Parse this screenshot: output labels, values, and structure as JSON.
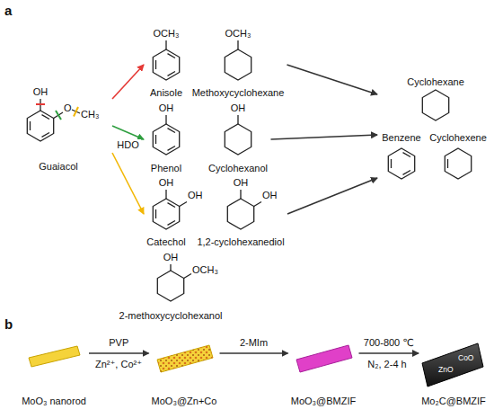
{
  "diagram": {
    "nodes": [
      {
        "text": [
          "Guaiacol"
        ]
      },
      {
        "text": [
          "Anisole"
        ]
      },
      {
        "text": [
          "Methoxycyclohexane"
        ]
      },
      {
        "text": [
          "Phenol"
        ]
      },
      {
        "text": [
          "Cyclohexanol"
        ]
      },
      {
        "text": [
          "Catechol"
        ]
      },
      {
        "text": [
          "1,2-cyclohexanediol"
        ]
      },
      {
        "text": [
          "2-methoxycyclohexanol"
        ]
      },
      {
        "text": [
          "Cyclohexane",
          "Benzene",
          "Cyclohexene"
        ]
      },
      {
        "text": [
          "MoO₃ nanorod"
        ]
      },
      {
        "text": [
          "MoO₃@Zn+Co"
        ]
      },
      {
        "text": [
          "MoO₃@BMZIF"
        ]
      },
      {
        "text": [
          "Mo₂C@BMZIF"
        ]
      }
    ],
    "edges": [
      {
        "from": 0,
        "to": 1,
        "arrow": "to"
      },
      {
        "from": 0,
        "to": 3,
        "label": "HDO",
        "arrow": "to"
      },
      {
        "from": 0,
        "to": 5,
        "arrow": "to"
      },
      {
        "from": 2,
        "to": 8,
        "arrow": "to"
      },
      {
        "from": 4,
        "to": 8,
        "arrow": "to"
      },
      {
        "from": 6,
        "to": 8,
        "arrow": "to"
      },
      {
        "from": 9,
        "to": 10,
        "label": "PVP",
        "arrow": "to"
      },
      {
        "from": 10,
        "to": 11,
        "label": "2-MIm",
        "arrow": "to"
      },
      {
        "from": 11,
        "to": 12,
        "label": "700-800 ℃",
        "arrow": "to"
      }
    ],
    "labels": [
      "a",
      "OH",
      "O",
      "CH₃",
      "OCH₃",
      "OCH₃",
      "OH",
      "OH",
      "OH",
      "OH",
      "OH",
      "OH",
      "OH",
      "OCH₃",
      "b",
      "Zn²⁺, Co²⁺",
      "N₂, 2-4 h",
      "CoO",
      "ZnO"
    ]
  }
}
